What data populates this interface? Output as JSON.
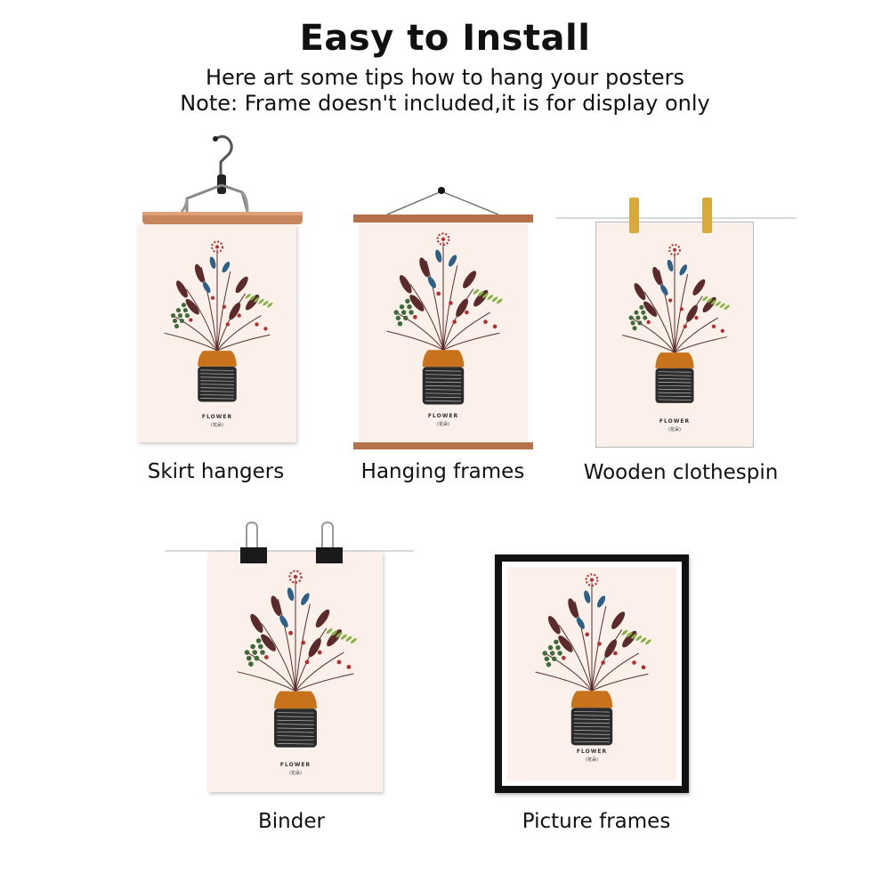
{
  "header": {
    "title": "Easy to Install",
    "subtitle_line1": "Here art some tips how to hang your posters",
    "subtitle_line2": "Note: Frame doesn't included,it is for display only"
  },
  "methods": [
    {
      "label": "Skirt hangers"
    },
    {
      "label": "Hanging frames"
    },
    {
      "label": "Wooden clothespin"
    },
    {
      "label": "Binder"
    },
    {
      "label": "Picture frames"
    }
  ],
  "poster": {
    "title": "FLOWER",
    "subtitle": "(花朵)"
  },
  "colors": {
    "poster_bg": "#fbf1ea",
    "vase_orange": "#c8731c",
    "vase_dark": "#2b2b2b",
    "wood": "#b7714a",
    "clip_gold": "#d9a93a",
    "frame_black": "#111111"
  }
}
